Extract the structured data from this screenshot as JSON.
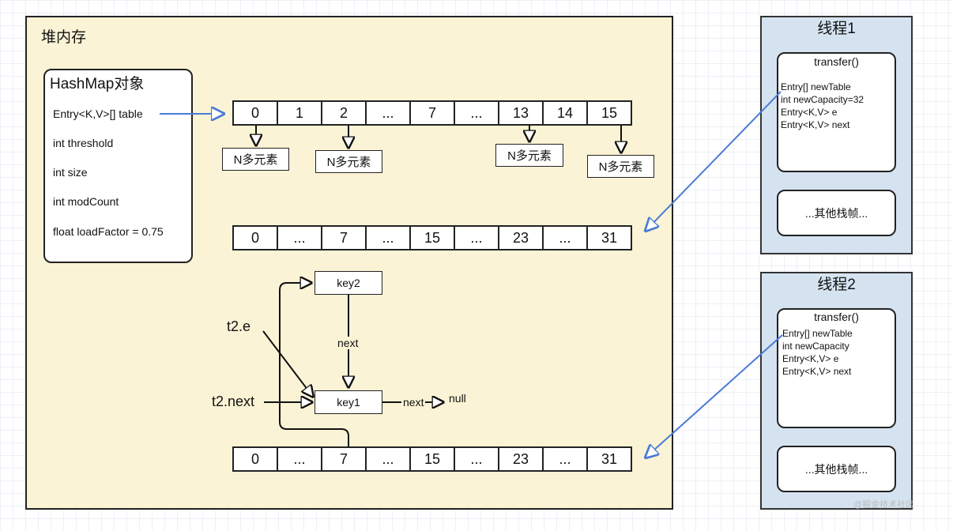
{
  "heap": {
    "title": "堆内存"
  },
  "hashmap": {
    "title": "HashMap对象",
    "fields": [
      "Entry<K,V>[] table",
      "int threshold",
      "int size",
      "int modCount",
      "float loadFactor = 0.75"
    ]
  },
  "arrays": {
    "old_table": [
      "0",
      "1",
      "2",
      "...",
      "7",
      "...",
      "13",
      "14",
      "15"
    ],
    "new_table_t1": [
      "0",
      "...",
      "7",
      "...",
      "15",
      "...",
      "23",
      "...",
      "31"
    ],
    "new_table_t2": [
      "0",
      "...",
      "7",
      "...",
      "15",
      "...",
      "23",
      "...",
      "31"
    ]
  },
  "buckets": [
    "N多元素",
    "N多元素",
    "N多元素",
    "N多元素"
  ],
  "chain": {
    "key2": "key2",
    "key1": "key1",
    "next_label_vertical": "next",
    "next_label_horizontal": "next",
    "null_label": "null",
    "t2e": "t2.e",
    "t2next": "t2.next"
  },
  "threads": [
    {
      "title": "线程1",
      "frame_title": "transfer()",
      "vars": [
        "Entry[] newTable",
        "int newCapacity=32",
        "Entry<K,V> e",
        "Entry<K,V> next"
      ],
      "other_frames": "...其他栈帧..."
    },
    {
      "title": "线程2",
      "frame_title": "transfer()",
      "vars": [
        "Entry[] newTable",
        "int newCapacity",
        "Entry<K,V> e",
        "Entry<K,V> next"
      ],
      "other_frames": "...其他栈帧..."
    }
  ],
  "watermark": "@掘金技术社区",
  "colors": {
    "heap_bg": "#fbf3d5",
    "thread_bg": "#d5e3f1",
    "pointer_blue": "#4a7bd6"
  }
}
